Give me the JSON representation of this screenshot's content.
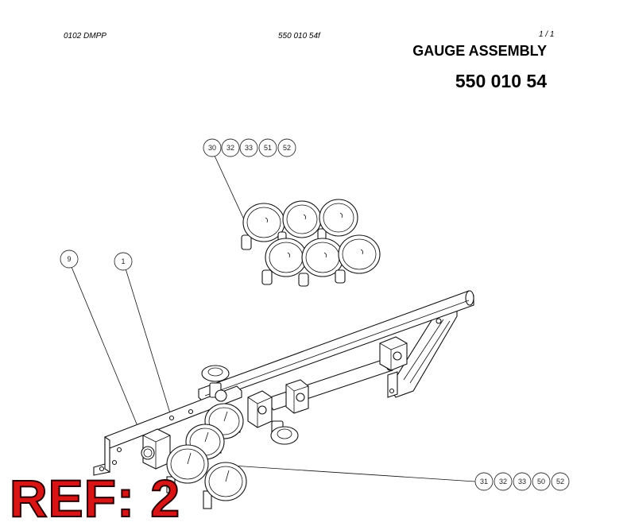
{
  "header": {
    "doc_code": "0102 DMPP",
    "part_ref": "550 010 54f",
    "page": "1 /   1"
  },
  "title": "GAUGE ASSEMBLY",
  "assembly_number": "550 010 54",
  "callouts": {
    "top_group": [
      "30",
      "32",
      "33",
      "51",
      "52"
    ],
    "bottom_group": [
      "31",
      "32",
      "33",
      "50",
      "52"
    ],
    "single_9": "9",
    "single_1": "1"
  },
  "ref_label": "REF: 2"
}
